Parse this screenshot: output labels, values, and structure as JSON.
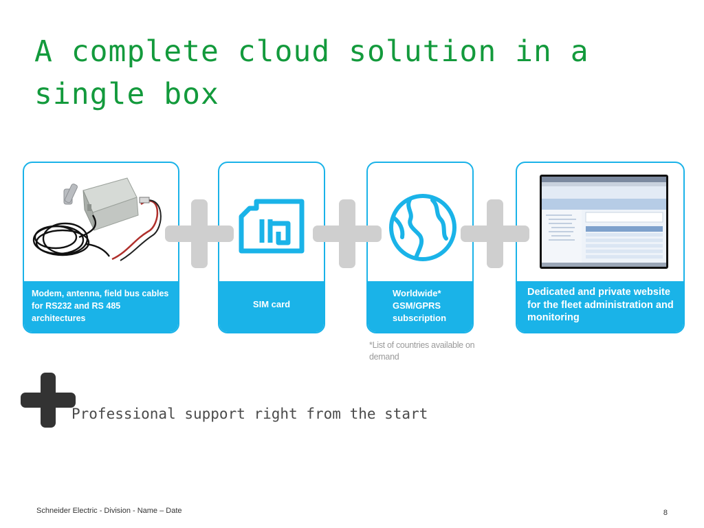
{
  "slide": {
    "title": "A complete cloud solution in a single box",
    "cards": [
      {
        "id": "modem",
        "label": "Modem, antenna, field bus cables for RS232 and RS 485 architectures"
      },
      {
        "id": "sim",
        "label": "SIM card"
      },
      {
        "id": "gsm",
        "label": "Worldwide* GSM/GPRS subscription"
      },
      {
        "id": "web",
        "label": "Dedicated and private website for the fleet administration and monitoring"
      }
    ],
    "note": "*List of countries available on demand",
    "support": "Professional support right from the start",
    "footer": "Schneider Electric - Division - Name – Date",
    "page_number": "8"
  },
  "colors": {
    "title_green": "#139a3c",
    "accent_blue": "#1ab3e8",
    "plus_gray": "#cfcfcf",
    "plus_dark": "#333333"
  },
  "icons": [
    "modem-photo",
    "sim-card-icon",
    "globe-icon",
    "website-screenshot",
    "plus-icon"
  ]
}
